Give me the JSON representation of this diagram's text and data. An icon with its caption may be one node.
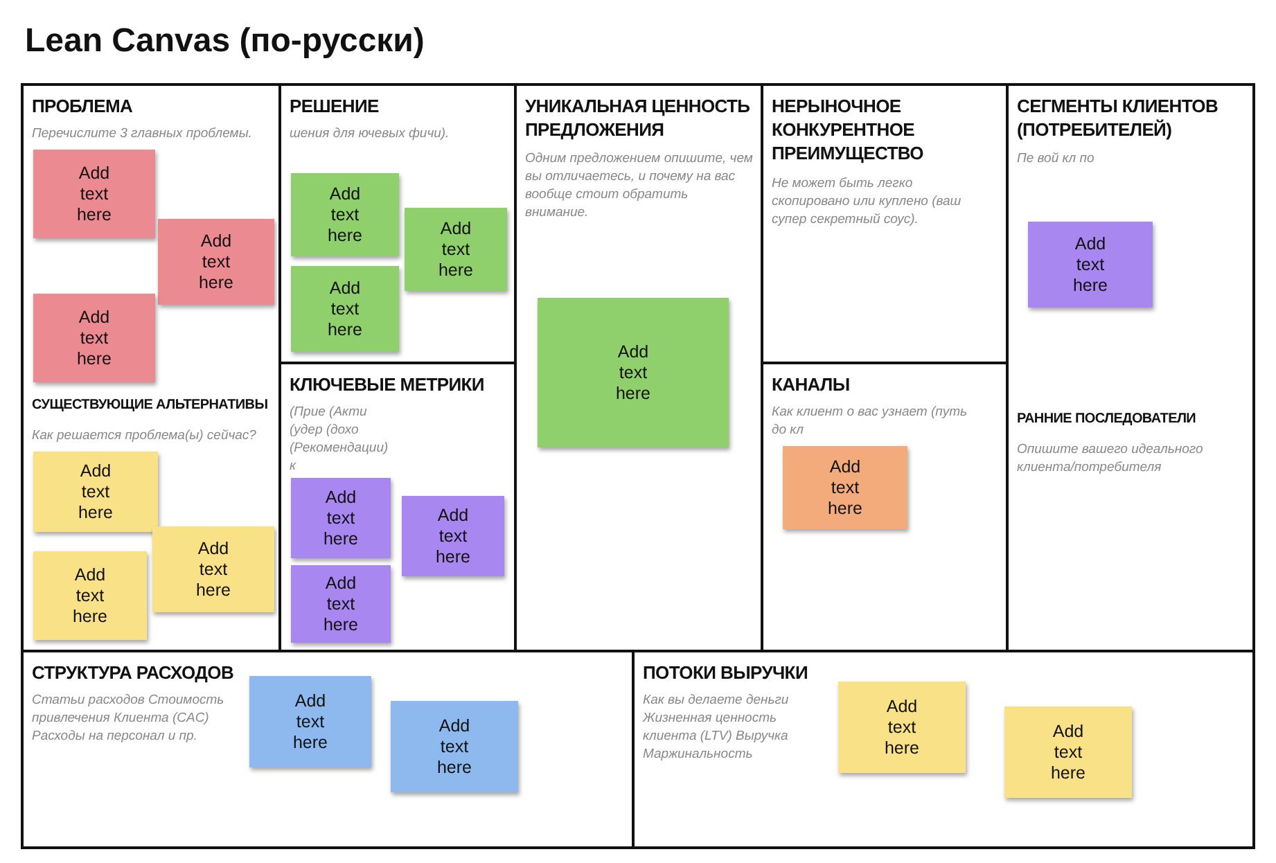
{
  "diagram": {
    "title": "Lean Canvas (по-русски)",
    "nodes": [
      {
        "text": [
          "ПРОБЛЕМА",
          "Перечислите 3 главных проблемы.",
          "СУЩЕСТВУЮЩИЕ АЛЬТЕРНАТИВЫ",
          "Как решается проблема(ы) сейчас?"
        ]
      },
      {
        "text": [
          "Add text here"
        ],
        "in": 0
      },
      {
        "text": [
          "Add text here"
        ],
        "in": 0
      },
      {
        "text": [
          "Add text here"
        ],
        "in": 0
      },
      {
        "text": [
          "Add text here"
        ],
        "in": 0
      },
      {
        "text": [
          "Add text here"
        ],
        "in": 0
      },
      {
        "text": [
          "Add text here"
        ],
        "in": 0
      },
      {
        "text": [
          "РЕШЕНИЕ",
          "шения для ючевых фичи)."
        ]
      },
      {
        "text": [
          "Add text here"
        ],
        "in": 7
      },
      {
        "text": [
          "Add text here"
        ],
        "in": 7
      },
      {
        "text": [
          "Add text here"
        ],
        "in": 7
      },
      {
        "text": [
          "КЛЮЧЕВЫЕ МЕТРИКИ",
          "(Прие (Акти (удер (дохо (Рекомендации) к"
        ]
      },
      {
        "text": [
          "Add text here"
        ],
        "in": 11
      },
      {
        "text": [
          "Add text here"
        ],
        "in": 11
      },
      {
        "text": [
          "Add text here"
        ],
        "in": 11
      },
      {
        "text": [
          "УНИКАЛЬНАЯ ЦЕННОСТЬ ПРЕДЛОЖЕНИЯ",
          "Одним предложением опишите, чем вы отличаетесь, и почему на вас вообще стоит обратить внимание."
        ]
      },
      {
        "text": [
          "Add text here"
        ],
        "in": 15
      },
      {
        "text": [
          "НЕРЫНОЧНОЕ КОНКУРЕНТНОЕ ПРЕИМУЩЕСТВО",
          "Не может быть легко скопировано или куплено (ваш супер секретный соус)."
        ]
      },
      {
        "text": [
          "КАНАЛЫ",
          "Как клиент о вас узнает (путь до кл"
        ]
      },
      {
        "text": [
          "Add text here"
        ],
        "in": 18
      },
      {
        "text": [
          "СЕГМЕНТЫ КЛИЕНТОВ (ПОТРЕБИТЕЛЕЙ)",
          "Пе вой кл по",
          "РАННИЕ ПОСЛЕДОВАТЕЛИ",
          "Опишите вашего идеального клиента/потребителя"
        ]
      },
      {
        "text": [
          "Add text here"
        ],
        "in": 20
      },
      {
        "text": [
          "СТРУКТУРА РАСХОДОВ",
          "Статьи расходов Стоимость привлечения Клиента (CAC) Расходы на персонал и пр."
        ]
      },
      {
        "text": [
          "Add text here"
        ],
        "in": 22
      },
      {
        "text": [
          "Add text here"
        ],
        "in": 22
      },
      {
        "text": [
          "ПОТОКИ ВЫРУЧКИ",
          "Как вы делаете деньги Жизненная ценность клиента (LTV) Выручка Маржинальность"
        ]
      },
      {
        "text": [
          "Add text here"
        ],
        "in": 25
      },
      {
        "text": [
          "Add text here"
        ],
        "in": 25
      }
    ]
  }
}
